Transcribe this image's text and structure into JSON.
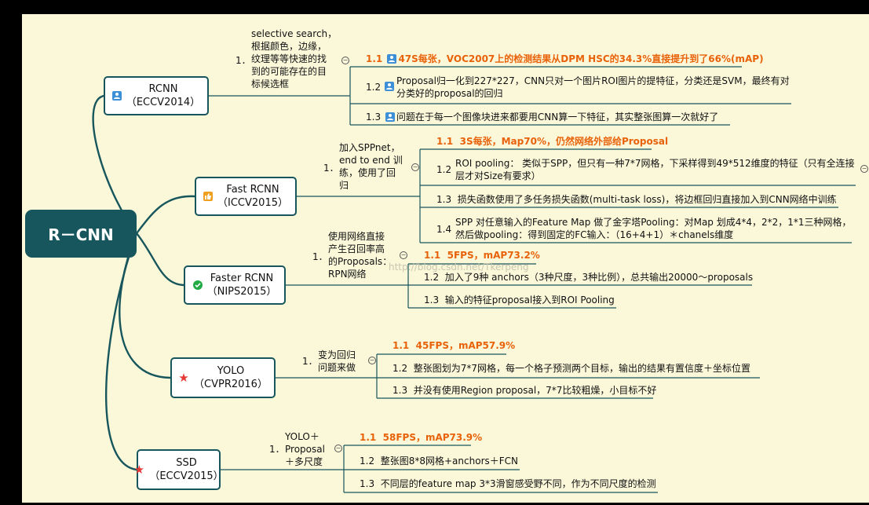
{
  "root": {
    "label": "R－CNN"
  },
  "branches": [
    {
      "id": "rcnn",
      "title": "RCNN",
      "sub": "（ECCV2014）",
      "icon": "person-icon",
      "idx": "1．",
      "desc": [
        "selective search，",
        "根据颜色，边缘，",
        "纹理等等快速的找",
        "到的可能存在的目",
        "标候选框"
      ],
      "items": [
        {
          "num": "1.1",
          "icon": "person-icon",
          "lines": [
            "47S每张，VOC2007上的检测结果从DPM HSC的34.3%直接提升到了66%(mAP)"
          ],
          "highlight": true
        },
        {
          "num": "1.2",
          "icon": "person-icon",
          "lines": [
            "Proposal归一化到227*227，CNN只对一个图片ROI图片的提特征，分类还是SVM，最终有对",
            "分类好的proposal的回归"
          ],
          "highlight": false
        },
        {
          "num": "1.3",
          "icon": "person-icon",
          "lines": [
            "问题在于每一个图像块进来都要用CNN算一下特征，其实整张图算一次就好了"
          ],
          "highlight": false
        }
      ]
    },
    {
      "id": "fast",
      "title": "Fast RCNN",
      "sub": "（ICCV2015）",
      "icon": "thumbs-up-icon",
      "idx": "1．",
      "desc": [
        "加入SPPnet，",
        "end to end 训",
        "练，使用了回",
        "归"
      ],
      "items": [
        {
          "num": "1.1",
          "lines": [
            "3S每张，Map70%，仍然网络外部给Proposal"
          ],
          "highlight": true
        },
        {
          "num": "1.2",
          "lines": [
            "ROI pooling： 类似于SPP，但只有一种7*7网格，下采样得到49*512维度的特征（只有全连接",
            "层才对Size有要求）"
          ],
          "highlight": false
        },
        {
          "num": "1.3",
          "lines": [
            "损失函数使用了多任务损失函数(multi-task loss)，将边框回归直接加入到CNN网络中训练"
          ],
          "highlight": false
        },
        {
          "num": "1.4",
          "lines": [
            "SPP 对任意输入的Feature Map 做了金字塔Pooling：对Map 划成4*4，2*2，1*1三种网格，",
            "然后做pooling：得到固定的FC输入：（16+4+1）＊chanels维度"
          ],
          "highlight": false
        }
      ]
    },
    {
      "id": "faster",
      "title": "Faster  RCNN",
      "sub": "（NIPS2015）",
      "icon": "check-icon",
      "idx": "1．",
      "desc": [
        "使用网络直接",
        "产生召回率高",
        "的Proposals：",
        "RPN网络"
      ],
      "items": [
        {
          "num": "1.1",
          "lines": [
            "5FPS，mAP73.2%"
          ],
          "highlight": true
        },
        {
          "num": "1.2",
          "lines": [
            "加入了9种 anchors（3种尺度，3种比例），总共输出20000～proposals"
          ],
          "highlight": false
        },
        {
          "num": "1.3",
          "lines": [
            "输入的特征proposal接入到ROI Pooling"
          ],
          "highlight": false
        }
      ]
    },
    {
      "id": "yolo",
      "title": "YOLO",
      "sub": "（CVPR2016）",
      "icon": "star-icon",
      "idx": "1．",
      "desc": [
        "变为回归",
        "问题来做"
      ],
      "items": [
        {
          "num": "1.1",
          "lines": [
            "45FPS，mAP57.9%"
          ],
          "highlight": true
        },
        {
          "num": "1.2",
          "lines": [
            "整张图划为7*7网格，每一个格子预测两个目标，输出的结果有置信度＋坐标位置"
          ],
          "highlight": false
        },
        {
          "num": "1.3",
          "lines": [
            "并没有使用Region proposal，7*7比较粗燥，小目标不好"
          ],
          "highlight": false
        }
      ]
    },
    {
      "id": "ssd",
      "title": "SSD",
      "sub": "（ECCV2015）",
      "icon": "star-icon",
      "idx": "1．",
      "desc": [
        "YOLO＋",
        "Proposal",
        "＋多尺度"
      ],
      "items": [
        {
          "num": "1.1",
          "lines": [
            "58FPS，mAP73.9%"
          ],
          "highlight": true
        },
        {
          "num": "1.2",
          "lines": [
            "整张图8*8网格+anchors＋FCN"
          ],
          "highlight": false
        },
        {
          "num": "1.3",
          "lines": [
            "不同层的feature map 3*3滑窗感受野不同，作为不同尺度的检测"
          ],
          "highlight": false
        }
      ]
    }
  ],
  "watermark": "http://blog.csdn.net/Tkerpeng",
  "colors": {
    "background": "#fbf8da",
    "branch": "#17565c",
    "highlight": "#e8620a"
  }
}
